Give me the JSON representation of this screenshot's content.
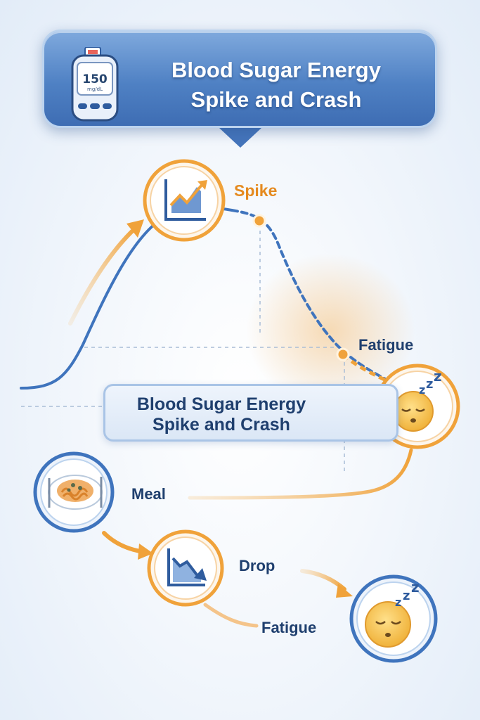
{
  "title": {
    "text": "Blood Sugar Energy\nSpike and Crash",
    "meter_value": "150",
    "meter_unit": "mg/dL",
    "icon": "glucose-meter-icon"
  },
  "center_banner": {
    "text": "Blood Sugar Energy\nSpike and Crash"
  },
  "curve_labels": {
    "spike": "Spike",
    "fatigue": "Fatigue"
  },
  "sequence": {
    "meal": "Meal",
    "drop": "Drop",
    "fatigue": "Fatigue"
  },
  "icons": {
    "spike": "rising-chart-icon",
    "crash": "sleepy-face-icon",
    "meal": "pasta-plate-icon",
    "drop": "falling-chart-icon"
  },
  "colors": {
    "accent_orange": "#f0a23a",
    "curve_blue": "#3f74bd",
    "title_blue": "#4f81c4",
    "text_navy": "#1f3f6e",
    "face_yellow": "#f6c14a"
  }
}
